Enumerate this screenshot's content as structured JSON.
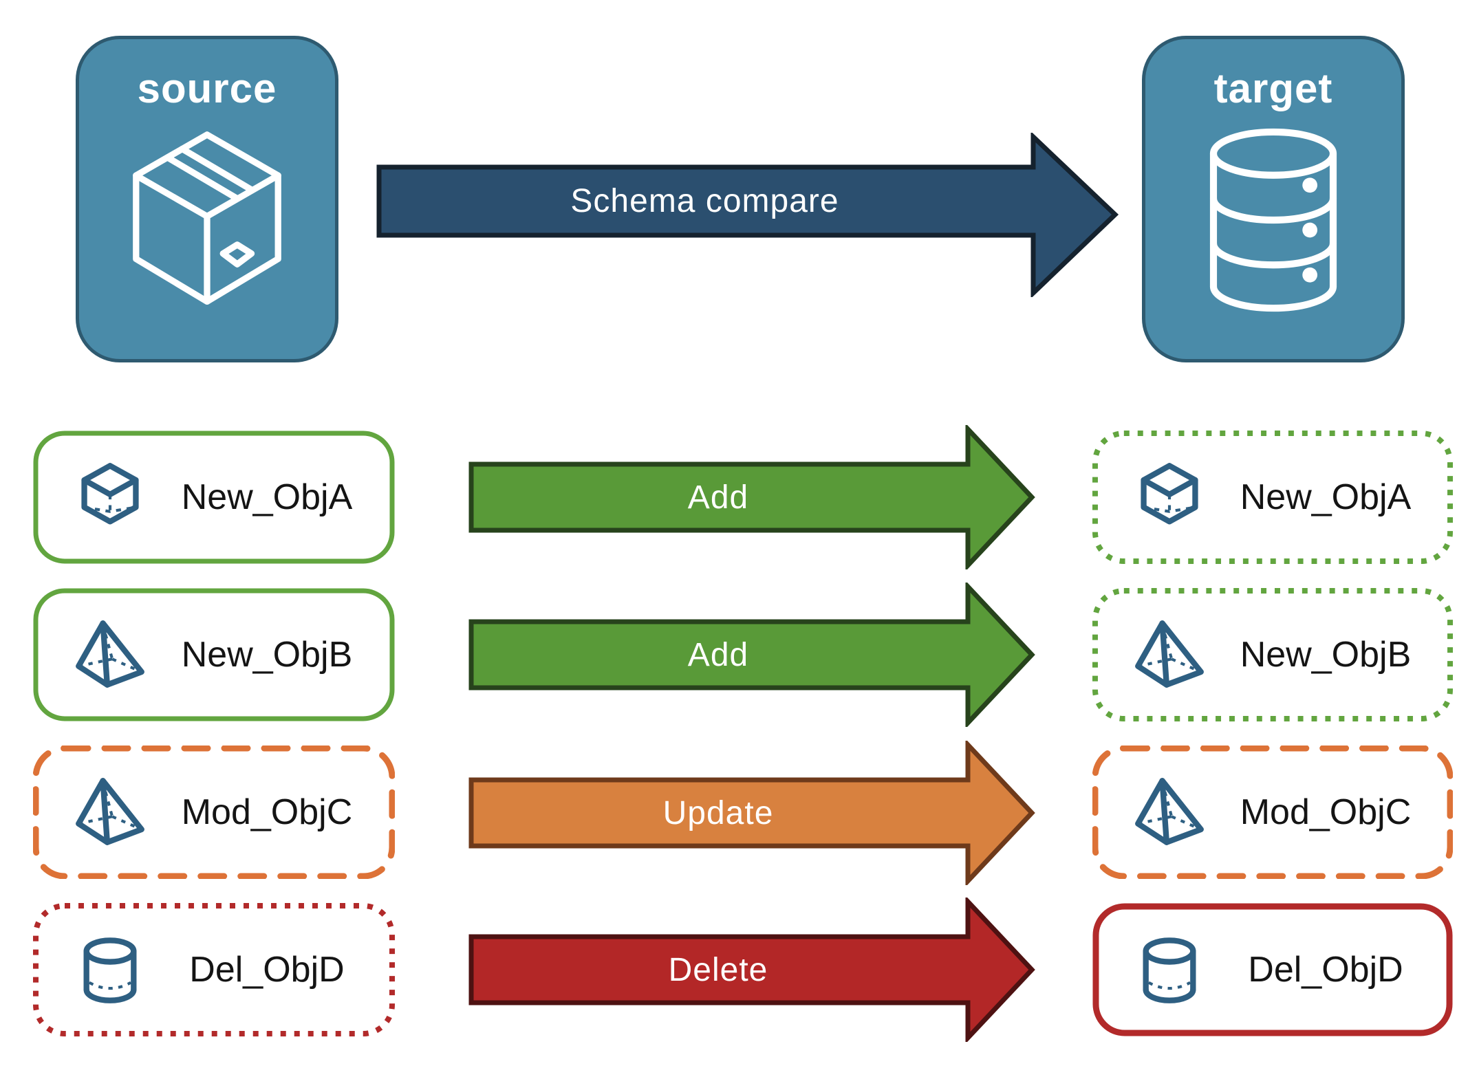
{
  "source": {
    "title": "source",
    "icon": "package-box-icon"
  },
  "target": {
    "title": "target",
    "icon": "database-icon"
  },
  "schema_compare_arrow": {
    "label": "Schema compare"
  },
  "rows": [
    {
      "object": "New_ObjA",
      "icon": "cube-icon",
      "action": "Add",
      "change_type": "new object",
      "source_border": "green solid",
      "target_border": "green dotted"
    },
    {
      "object": "New_ObjB",
      "icon": "pyramid-icon",
      "action": "Add",
      "change_type": "new object",
      "source_border": "green solid",
      "target_border": "green dotted"
    },
    {
      "object": "Mod_ObjC",
      "icon": "pyramid-icon",
      "action": "Update",
      "change_type": "modified object",
      "source_border": "orange dashed",
      "target_border": "orange dashed"
    },
    {
      "object": "Del_ObjD",
      "icon": "cylinder-icon",
      "action": "Delete",
      "change_type": "deleted object",
      "source_border": "red dotted",
      "target_border": "red solid"
    }
  ],
  "colors": {
    "node_fill": "#4A8BA9",
    "node_border": "#2E5A70",
    "schema_arrow_fill": "#2B4F6F",
    "add_arrow_fill": "#599A38",
    "update_arrow_fill": "#D8813F",
    "delete_arrow_fill": "#B32727",
    "new_object_border": "#62A53F",
    "modified_object_border": "#DD7237",
    "deleted_object_border": "#B22A2A",
    "object_icon_stroke": "#2E5F82"
  }
}
